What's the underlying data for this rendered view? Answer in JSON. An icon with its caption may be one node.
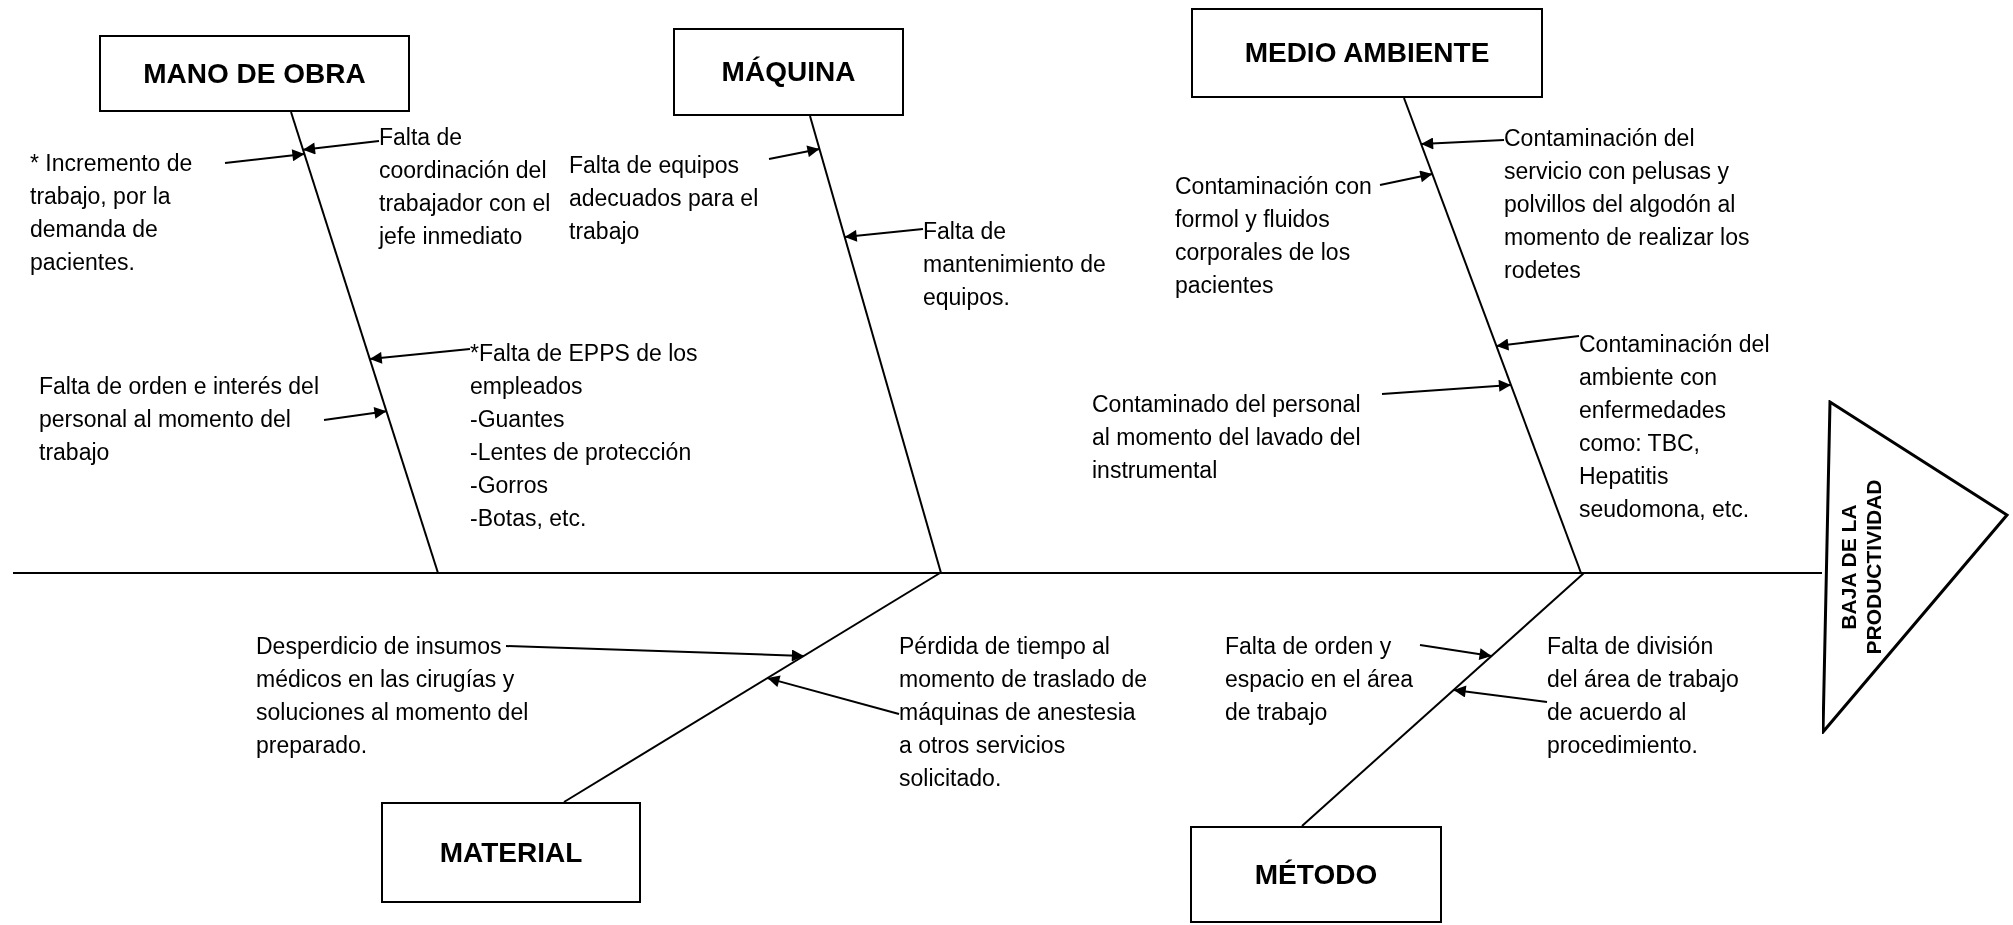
{
  "diagram": {
    "nodes": [
      {
        "text": [
          "MANO DE OBRA"
        ]
      },
      {
        "text": [
          "MÁQUINA"
        ]
      },
      {
        "text": [
          "MEDIO AMBIENTE"
        ]
      },
      {
        "text": [
          "* Incremento de trabajo, por la demanda de pacientes."
        ]
      },
      {
        "text": [
          "Falta de coordinación del trabajador con el jefe inmediato"
        ]
      },
      {
        "text": [
          "Falta de equipos adecuados para el trabajo"
        ]
      },
      {
        "text": [
          "Falta de mantenimiento de equipos."
        ]
      },
      {
        "text": [
          "Contaminación del servicio con pelusas y polvillos del algodón al momento de realizar los rodetes"
        ]
      },
      {
        "text": [
          "Contaminación con formol y fluidos corporales de los pacientes"
        ]
      },
      {
        "text": [
          "*Falta de EPPS de los empleados",
          "-Guantes",
          "-Lentes de protección",
          "-Gorros",
          "-Botas, etc."
        ]
      },
      {
        "text": [
          "Falta de orden e interés del personal al momento del trabajo"
        ]
      },
      {
        "text": [
          "Contaminación del ambiente con enfermedades como: TBC, Hepatitis seudomona, etc."
        ]
      },
      {
        "text": [
          "Contaminado del personal al momento del lavado del instrumental"
        ]
      },
      {
        "text": [
          "Desperdicio de insumos médicos en las cirugías y soluciones al momento del preparado."
        ]
      },
      {
        "text": [
          "Pérdida de tiempo al momento de traslado de máquinas de anestesia a otros servicios solicitado."
        ]
      },
      {
        "text": [
          "Falta de orden y espacio en el área de trabajo"
        ]
      },
      {
        "text": [
          "Falta de división del área de trabajo de acuerdo al procedimiento."
        ]
      },
      {
        "text": [
          "BAJA DE LA PRODUCTIVIDAD"
        ]
      },
      {
        "text": [
          "MATERIAL"
        ]
      },
      {
        "text": [
          "MÉTODO"
        ]
      },
      {
        "text": [],
        "shape": "line"
      },
      {
        "text": [],
        "shape": "line"
      },
      {
        "text": [],
        "shape": "line"
      },
      {
        "text": [],
        "shape": "line"
      },
      {
        "text": [],
        "shape": "line"
      }
    ],
    "edges": [
      {
        "from": 3,
        "to": 20,
        "arrow": "to"
      },
      {
        "from": 4,
        "to": 20,
        "arrow": "to"
      },
      {
        "from": 5,
        "to": 21,
        "arrow": "to"
      },
      {
        "from": 6,
        "to": 21,
        "arrow": "to"
      },
      {
        "from": 7,
        "to": 22,
        "arrow": "to"
      },
      {
        "from": 8,
        "to": 22,
        "arrow": "to"
      },
      {
        "from": 9,
        "to": 20,
        "arrow": "to"
      },
      {
        "from": 10,
        "to": 20,
        "arrow": "to"
      },
      {
        "from": 11,
        "to": 22,
        "arrow": "to"
      },
      {
        "from": 12,
        "to": 22,
        "arrow": "to"
      },
      {
        "from": 13,
        "to": 23,
        "arrow": "to"
      },
      {
        "from": 14,
        "to": 23,
        "arrow": "to"
      },
      {
        "from": 15,
        "to": 24,
        "arrow": "to"
      },
      {
        "from": 16,
        "to": 24,
        "arrow": "to"
      },
      {
        "from": null,
        "to": 17,
        "arrow": "none"
      }
    ]
  }
}
